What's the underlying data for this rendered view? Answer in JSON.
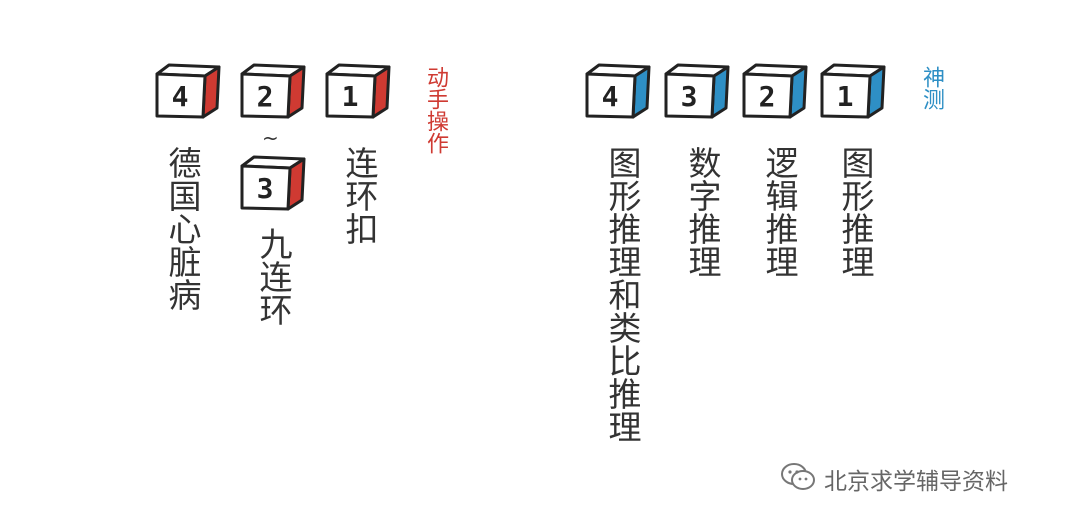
{
  "colors": {
    "red_accent": "#cf3a32",
    "blue_accent": "#2e8fc5",
    "text": "#333333",
    "watermark": "#666666"
  },
  "hands_on": {
    "label": "动手操作",
    "cubes": [
      "4",
      "2",
      "3",
      "1"
    ],
    "tilde": "~",
    "items": [
      "德国心脏病",
      "九连环",
      "连环扣"
    ]
  },
  "mind_test": {
    "label": "神测",
    "cubes": [
      "4",
      "3",
      "2",
      "1"
    ],
    "items": [
      "图形推理和类比推理",
      "数字推理",
      "逻辑推理",
      "图形推理"
    ]
  },
  "watermark": {
    "icon": "wechat-icon",
    "text": "北京求学辅导资料"
  }
}
